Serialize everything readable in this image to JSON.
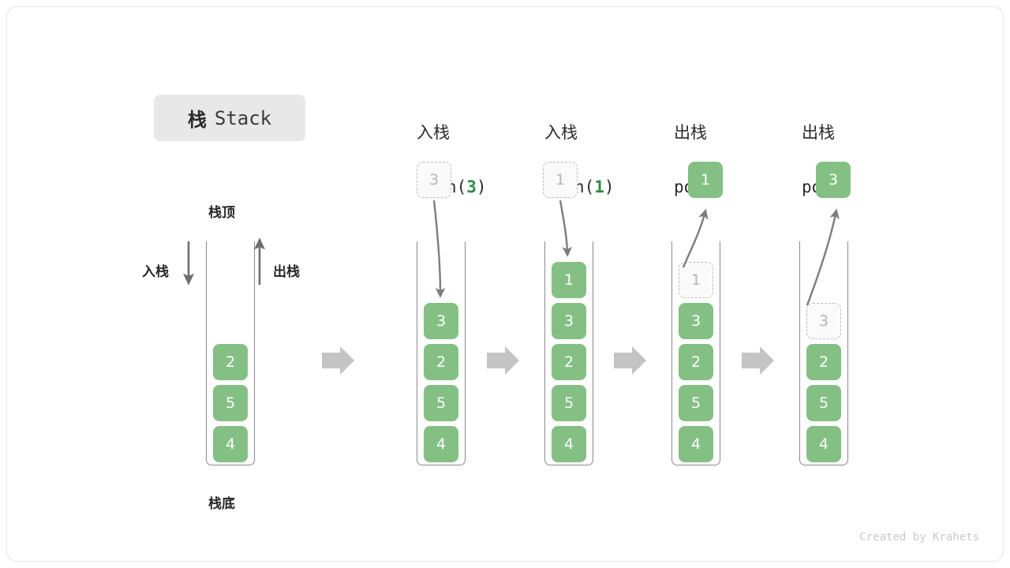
{
  "title": {
    "cn": "栈",
    "en": "Stack"
  },
  "labels": {
    "top": "栈顶",
    "bottom": "栈底",
    "push": "入栈",
    "pop": "出栈"
  },
  "colors": {
    "box_green": "#84c084",
    "accent_green": "#2e8b46",
    "badge_gray": "#e8e8e8",
    "arrow_gray": "#bfbfbf",
    "ghost_border": "#bdbdbd",
    "wall_gray": "#8a8a8a"
  },
  "footer": "Created by Krahets",
  "panels": [
    {
      "id": "initial",
      "header_cn": "",
      "header_code": "",
      "cells": [
        {
          "value": "2",
          "state": "solid"
        },
        {
          "value": "5",
          "state": "solid"
        },
        {
          "value": "4",
          "state": "solid"
        }
      ],
      "float_box": null
    },
    {
      "id": "push-3",
      "header_cn": "入栈",
      "header_code_prefix": "push(",
      "header_code_arg": "3",
      "header_code_suffix": ")",
      "cells": [
        {
          "value": "3",
          "state": "solid"
        },
        {
          "value": "2",
          "state": "solid"
        },
        {
          "value": "5",
          "state": "solid"
        },
        {
          "value": "4",
          "state": "solid"
        }
      ],
      "float_box": {
        "value": "3",
        "state": "ghost"
      },
      "arrow_direction": "down"
    },
    {
      "id": "push-1",
      "header_cn": "入栈",
      "header_code_prefix": "push(",
      "header_code_arg": "1",
      "header_code_suffix": ")",
      "cells": [
        {
          "value": "1",
          "state": "solid"
        },
        {
          "value": "3",
          "state": "solid"
        },
        {
          "value": "2",
          "state": "solid"
        },
        {
          "value": "5",
          "state": "solid"
        },
        {
          "value": "4",
          "state": "solid"
        }
      ],
      "float_box": {
        "value": "1",
        "state": "ghost"
      },
      "arrow_direction": "down"
    },
    {
      "id": "pop-1",
      "header_cn": "出栈",
      "header_code_prefix": "pop(",
      "header_code_arg": "",
      "header_code_suffix": ")",
      "cells": [
        {
          "value": "1",
          "state": "ghost"
        },
        {
          "value": "3",
          "state": "solid"
        },
        {
          "value": "2",
          "state": "solid"
        },
        {
          "value": "5",
          "state": "solid"
        },
        {
          "value": "4",
          "state": "solid"
        }
      ],
      "float_box": {
        "value": "1",
        "state": "solid"
      },
      "arrow_direction": "up"
    },
    {
      "id": "pop-3",
      "header_cn": "出栈",
      "header_code_prefix": "pop(",
      "header_code_arg": "",
      "header_code_suffix": ")",
      "cells": [
        {
          "value": "3",
          "state": "ghost"
        },
        {
          "value": "2",
          "state": "solid"
        },
        {
          "value": "5",
          "state": "solid"
        },
        {
          "value": "4",
          "state": "solid"
        }
      ],
      "float_box": {
        "value": "3",
        "state": "solid"
      },
      "arrow_direction": "up"
    }
  ],
  "separators": [
    {
      "name": "step-arrow-1"
    },
    {
      "name": "step-arrow-2"
    },
    {
      "name": "step-arrow-3"
    },
    {
      "name": "step-arrow-4"
    }
  ]
}
